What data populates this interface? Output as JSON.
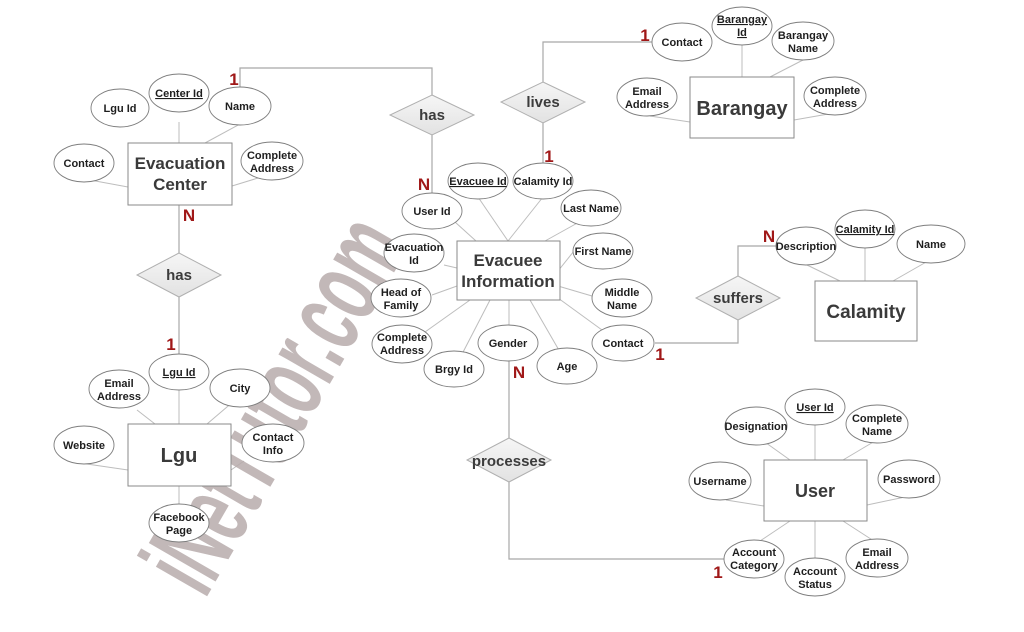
{
  "diagram": {
    "type": "ER diagram",
    "watermark": "iNetTutor.com",
    "colors": {
      "cardinality": "#a01818",
      "lines": "#bdbdbd",
      "diamond_fill": "#ececec",
      "watermark": "#b8acac"
    },
    "entities": [
      {
        "id": "evacuation_center",
        "lines": [
          "Evacuation",
          "Center"
        ]
      },
      {
        "id": "barangay",
        "lines": [
          "Barangay"
        ]
      },
      {
        "id": "evacuee_information",
        "lines": [
          "Evacuee",
          "Information"
        ]
      },
      {
        "id": "calamity",
        "lines": [
          "Calamity"
        ]
      },
      {
        "id": "lgu",
        "lines": [
          "Lgu"
        ]
      },
      {
        "id": "user",
        "lines": [
          "User"
        ]
      }
    ],
    "attributes": {
      "evacuation_center": [
        {
          "lines": [
            "Lgu Id"
          ],
          "key": false
        },
        {
          "lines": [
            "Center Id"
          ],
          "key": true
        },
        {
          "lines": [
            "Name"
          ],
          "key": false
        },
        {
          "lines": [
            "Contact"
          ],
          "key": false
        },
        {
          "lines": [
            "Complete",
            "Address"
          ],
          "key": false
        }
      ],
      "barangay": [
        {
          "lines": [
            "Contact"
          ],
          "key": false
        },
        {
          "lines": [
            "Barangay",
            "Id"
          ],
          "key": true
        },
        {
          "lines": [
            "Barangay",
            "Name"
          ],
          "key": false
        },
        {
          "lines": [
            "Email",
            "Address"
          ],
          "key": false
        },
        {
          "lines": [
            "Complete",
            "Address"
          ],
          "key": false
        }
      ],
      "evacuee_information": [
        {
          "lines": [
            "Evacuee Id"
          ],
          "key": true
        },
        {
          "lines": [
            "Calamity Id"
          ],
          "key": false
        },
        {
          "lines": [
            "User Id"
          ],
          "key": false
        },
        {
          "lines": [
            "Last Name"
          ],
          "key": false
        },
        {
          "lines": [
            "Evacuation",
            "Id"
          ],
          "key": false
        },
        {
          "lines": [
            "First Name"
          ],
          "key": false
        },
        {
          "lines": [
            "Head of",
            "Family"
          ],
          "key": false
        },
        {
          "lines": [
            "Middle",
            "Name"
          ],
          "key": false
        },
        {
          "lines": [
            "Complete",
            "Address"
          ],
          "key": false
        },
        {
          "lines": [
            "Gender"
          ],
          "key": false
        },
        {
          "lines": [
            "Contact"
          ],
          "key": false
        },
        {
          "lines": [
            "Brgy Id"
          ],
          "key": false
        },
        {
          "lines": [
            "Age"
          ],
          "key": false
        }
      ],
      "calamity": [
        {
          "lines": [
            "Description"
          ],
          "key": false
        },
        {
          "lines": [
            "Calamity Id"
          ],
          "key": true
        },
        {
          "lines": [
            "Name"
          ],
          "key": false
        }
      ],
      "lgu": [
        {
          "lines": [
            "Lgu Id"
          ],
          "key": true
        },
        {
          "lines": [
            "Email",
            "Address"
          ],
          "key": false
        },
        {
          "lines": [
            "City"
          ],
          "key": false
        },
        {
          "lines": [
            "Website"
          ],
          "key": false
        },
        {
          "lines": [
            "Contact",
            "Info"
          ],
          "key": false
        },
        {
          "lines": [
            "Facebook",
            "Page"
          ],
          "key": false
        }
      ],
      "user": [
        {
          "lines": [
            "User Id"
          ],
          "key": true
        },
        {
          "lines": [
            "Designation"
          ],
          "key": false
        },
        {
          "lines": [
            "Complete",
            "Name"
          ],
          "key": false
        },
        {
          "lines": [
            "Username"
          ],
          "key": false
        },
        {
          "lines": [
            "Password"
          ],
          "key": false
        },
        {
          "lines": [
            "Account",
            "Category"
          ],
          "key": false
        },
        {
          "lines": [
            "Account",
            "Status"
          ],
          "key": false
        },
        {
          "lines": [
            "Email",
            "Address"
          ],
          "key": false
        }
      ]
    },
    "relationships": [
      {
        "id": "has_center_evacuee",
        "label": "has",
        "from": "Evacuation Center",
        "to": "Evacuee Information",
        "cardinality": [
          "1",
          "N"
        ]
      },
      {
        "id": "lives",
        "label": "lives",
        "from": "Barangay",
        "to": "Evacuee Information",
        "cardinality": [
          "1",
          "1"
        ]
      },
      {
        "id": "has_center_lgu",
        "label": "has",
        "from": "Evacuation Center",
        "to": "Lgu",
        "cardinality": [
          "N",
          "1"
        ]
      },
      {
        "id": "suffers",
        "label": "suffers",
        "from": "Evacuee Information",
        "to": "Calamity",
        "cardinality": [
          "1",
          "N"
        ]
      },
      {
        "id": "processes",
        "label": "processes",
        "from": "Evacuee Information",
        "to": "User",
        "cardinality": [
          "N",
          "1"
        ]
      }
    ]
  }
}
